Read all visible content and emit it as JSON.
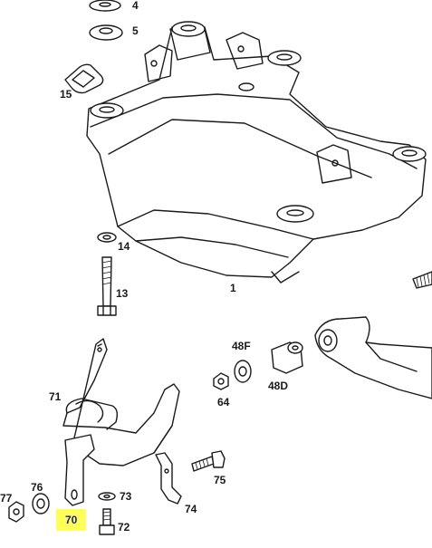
{
  "diagram": {
    "labels": {
      "l4": "4",
      "l5": "5",
      "l15": "15",
      "l14": "14",
      "l13": "13",
      "l1": "1",
      "l48F": "48F",
      "l48D": "48D",
      "l64": "64",
      "l71": "71",
      "l75": "75",
      "l74": "74",
      "l73": "73",
      "l72": "72",
      "l70": "70",
      "l76": "76",
      "l77": "77"
    },
    "colors": {
      "highlight": "#ffff5a",
      "highlight_text": "#1a1a8c",
      "ink": "#1a1a1a"
    }
  }
}
